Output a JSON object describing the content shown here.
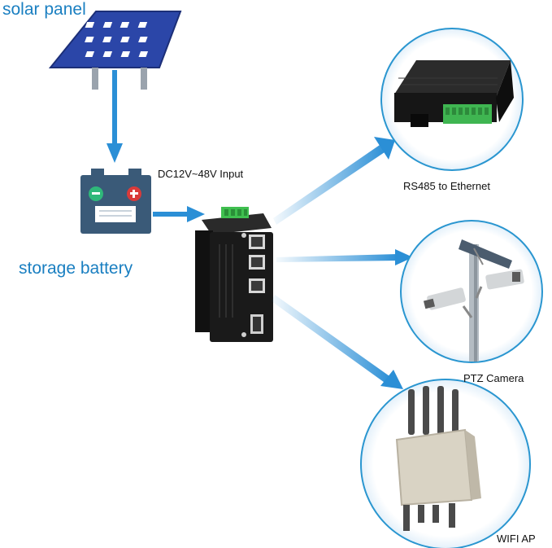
{
  "labels": {
    "solar_panel": "solar panel",
    "storage_battery": "storage battery",
    "input": "DC12V~48V Input",
    "rs485": "RS485 to Ethernet",
    "ptz": "PTZ Camera",
    "wifi": "WIFI AP"
  },
  "colors": {
    "accent_blue": "#1a7fc1",
    "arrow_blue": "#2b8fd6",
    "circle_border": "#2a96d0",
    "panel_blue": "#2b46a8",
    "battery_body": "#3a5a78",
    "terminal_green": "#2fb87a",
    "terminal_red": "#d93a3a",
    "switch_black": "#1a1a1a",
    "connector_green": "#3fbf4f"
  },
  "icons": {
    "solar": "solar-panel-icon",
    "battery": "battery-icon",
    "switch": "poe-switch-device",
    "converter": "rs485-converter-device",
    "camera": "ptz-camera-device",
    "ap": "wifi-ap-device"
  }
}
